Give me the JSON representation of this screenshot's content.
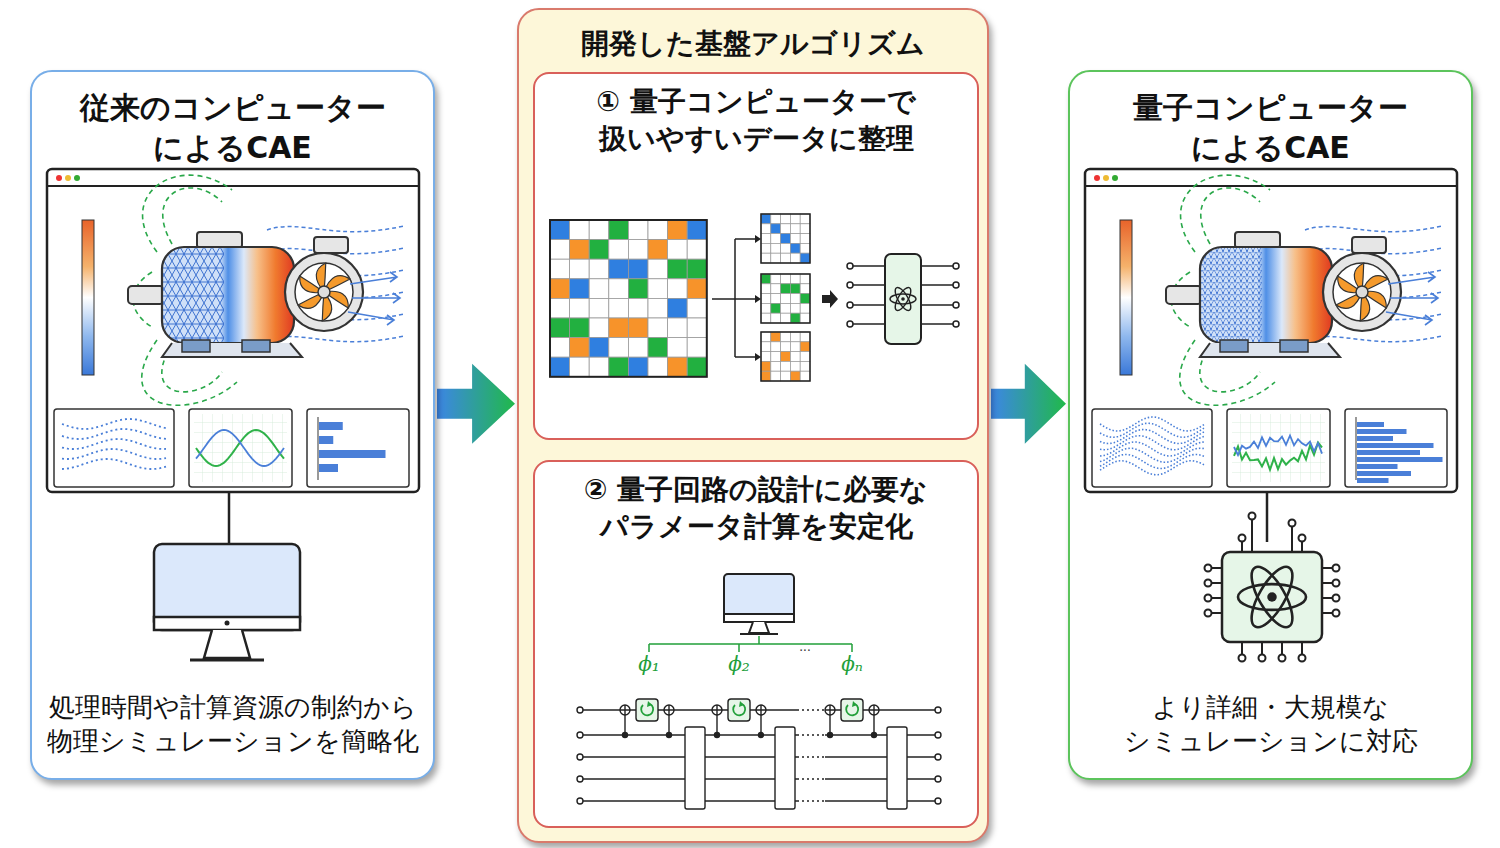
{
  "diagram": {
    "nodes": [
      {
        "text": [
          "従来のコンピューター によるCAE",
          "処理時間や計算資源の制約から 物理シミュレーションを簡略化"
        ]
      },
      {
        "text": [
          "開発した基盤アルゴリズム"
        ]
      },
      {
        "text": [
          "① 量子コンピューターで 扱いやすいデータに整理"
        ],
        "in": 1
      },
      {
        "text": [
          "② 量子回路の設計に必要な パラメータ計算を安定化"
        ],
        "in": 1
      },
      {
        "text": [
          "量子コンピューター によるCAE",
          "より詳細・大規模な シミュレーションに対応"
        ]
      }
    ],
    "edges": [
      {
        "from": 0,
        "to": 1,
        "arrow": "to"
      },
      {
        "from": 1,
        "to": 4,
        "arrow": "to"
      }
    ],
    "labels": [
      "ϕ₁",
      "ϕ₂",
      "···",
      "ϕₙ"
    ]
  }
}
